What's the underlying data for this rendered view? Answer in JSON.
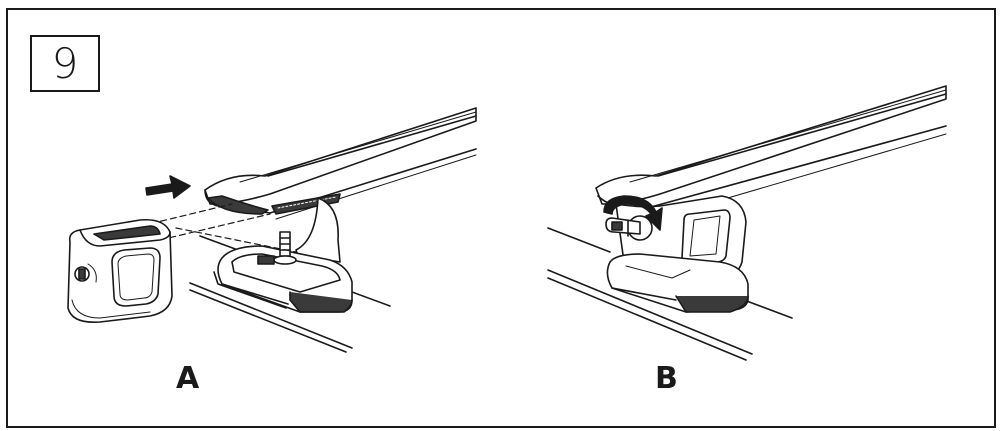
{
  "step": {
    "number": "9"
  },
  "panels": [
    {
      "label": "A"
    },
    {
      "label": "B"
    }
  ],
  "icons": {
    "panel_a": [
      "crossbar-icon",
      "end-cap-icon",
      "foot-pad-icon",
      "bolt-icon",
      "insert-arrow-icon"
    ],
    "panel_b": [
      "crossbar-icon",
      "foot-pad-icon",
      "lock-key-icon",
      "rotate-arrow-icon"
    ]
  },
  "colors": {
    "line": "#1a1a1a",
    "fill_dark": "#3a3a3a",
    "fill_light": "#ffffff"
  }
}
